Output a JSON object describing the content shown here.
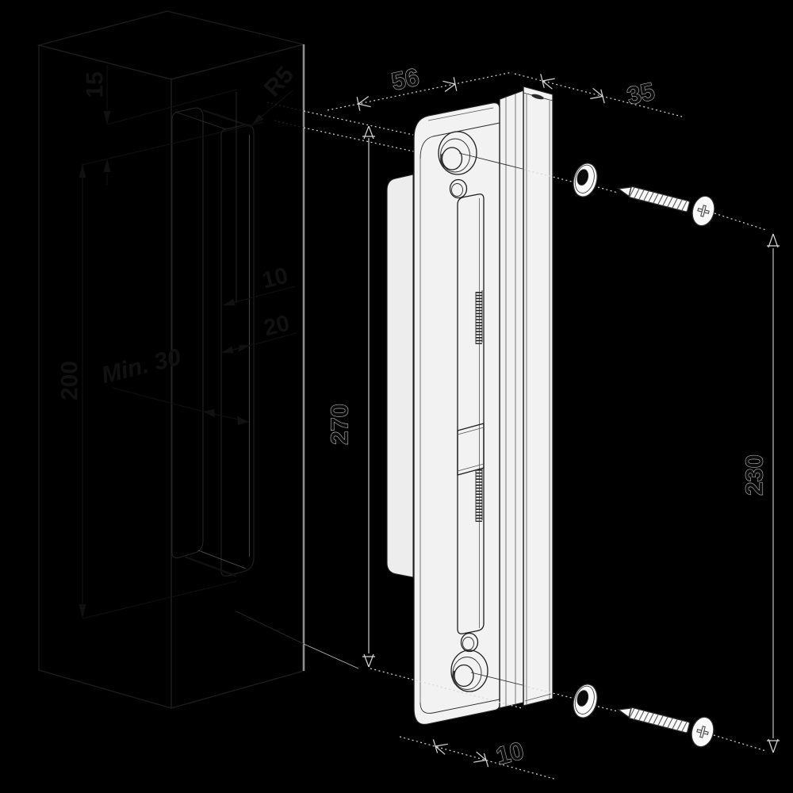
{
  "drawing": {
    "title": "gate-keep-installation-diagram",
    "colors": {
      "background": "#000000",
      "part_fill": "#f0f0f0",
      "dark_line": "#1d1d1d",
      "light_line": "#d6d6d6"
    },
    "labels": {
      "post_top_to_slot": "15",
      "slot_corner_radius": "R5",
      "keep_width": "56",
      "keep_back_depth": "35",
      "slot_edge_offset": "10",
      "slot_width": "20",
      "min_mortise_depth": "Min. 30",
      "mortise_length": "200",
      "keep_height": "270",
      "screw_spacing": "230",
      "bottom_clearance": "10"
    }
  }
}
